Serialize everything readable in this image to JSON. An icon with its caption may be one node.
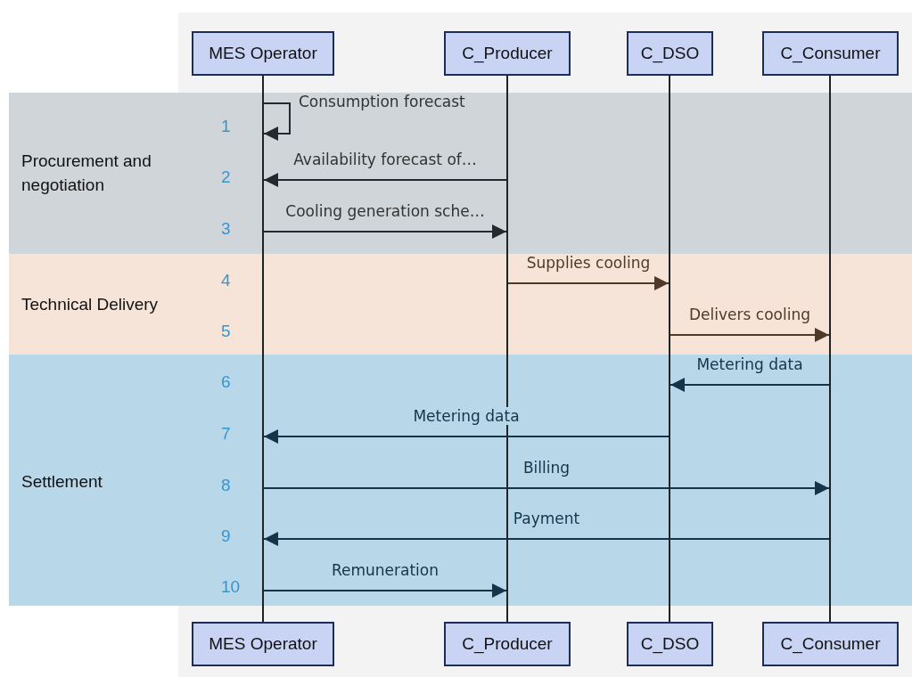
{
  "diagram": {
    "nodes": [
      {
        "text": [
          "MES Operator"
        ]
      },
      {
        "text": [
          "C_Producer"
        ]
      },
      {
        "text": [
          "C_DSO"
        ]
      },
      {
        "text": [
          "C_Consumer"
        ]
      },
      {
        "text": [],
        "shape": "bar"
      },
      {
        "text": [],
        "shape": "bar"
      },
      {
        "text": [],
        "shape": "bar"
      },
      {
        "text": [],
        "shape": "bar"
      },
      {
        "text": [
          "MES Operator"
        ]
      },
      {
        "text": [
          "C_Producer"
        ]
      },
      {
        "text": [
          "C_DSO"
        ]
      },
      {
        "text": [
          "C_Consumer"
        ]
      }
    ],
    "edges": [
      {
        "from": 4,
        "to": 4,
        "arrow": "to",
        "label": "Consumption forecast"
      },
      {
        "from": 5,
        "to": 4,
        "arrow": "to",
        "label": "Availability forecast of…"
      },
      {
        "from": 4,
        "to": 5,
        "arrow": "to",
        "label": "Cooling generation sche…"
      },
      {
        "from": 5,
        "to": 6,
        "arrow": "to",
        "label": "Supplies cooling",
        "color": "#4f3a2a"
      },
      {
        "from": 6,
        "to": 7,
        "arrow": "to",
        "label": "Delivers cooling",
        "color": "#4f3a2a"
      },
      {
        "from": 7,
        "to": 6,
        "arrow": "to",
        "label": "Metering data",
        "color": "#163449"
      },
      {
        "from": 6,
        "to": 4,
        "arrow": "to",
        "label": "Metering data",
        "color": "#163449"
      },
      {
        "from": 4,
        "to": 7,
        "arrow": "to",
        "label": "Billing",
        "color": "#163449"
      },
      {
        "from": 7,
        "to": 4,
        "arrow": "to",
        "label": "Payment",
        "color": "#163449"
      },
      {
        "from": 4,
        "to": 5,
        "arrow": "to",
        "label": "Remuneration",
        "color": "#163449"
      }
    ],
    "labels": [
      "1",
      "Procurement and negotiation",
      "2",
      "3",
      "4",
      "Technical Delivery",
      "5",
      "6",
      "7",
      "Settlement",
      "8",
      "9",
      "10"
    ]
  }
}
